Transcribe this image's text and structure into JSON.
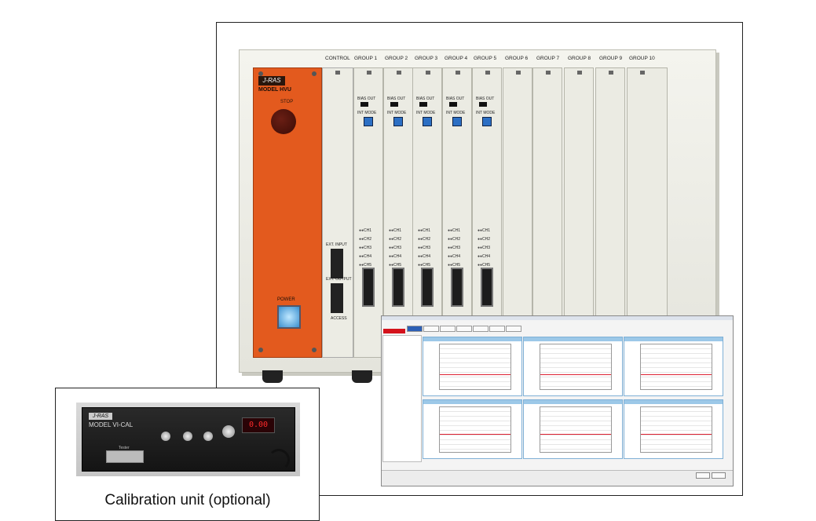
{
  "rack": {
    "brand_logo": "J-RAS",
    "model_label": "MODEL HVU",
    "stop_label": "STOP",
    "power_label": "POWER",
    "control_label": "CONTROL",
    "groups": [
      "GROUP 1",
      "GROUP 2",
      "GROUP 3",
      "GROUP 4",
      "GROUP 5",
      "GROUP 6",
      "GROUP 7",
      "GROUP 8",
      "GROUP 9",
      "GROUP 10"
    ],
    "bias_out_label": "BIAS OUT",
    "int_mode_label": "INT MODE",
    "channels": [
      "CH1",
      "CH2",
      "CH3",
      "CH4",
      "CH5"
    ],
    "ext_input_label": "EXT. INPUT",
    "ext_output_label": "EXT. OUTPUT",
    "access_label": "ACCESS"
  },
  "calibration": {
    "brand_logo": "J-RAS",
    "model_label": "MODEL VI-CAL",
    "tester_label": "Tester",
    "display_value": "0.00",
    "caption": "Calibration unit (optional)"
  },
  "colors": {
    "panel_orange": "#e35a1e",
    "led_blue": "#2c6fc4",
    "graph_header": "#9cc8e8",
    "accent_red": "#d4121c"
  }
}
